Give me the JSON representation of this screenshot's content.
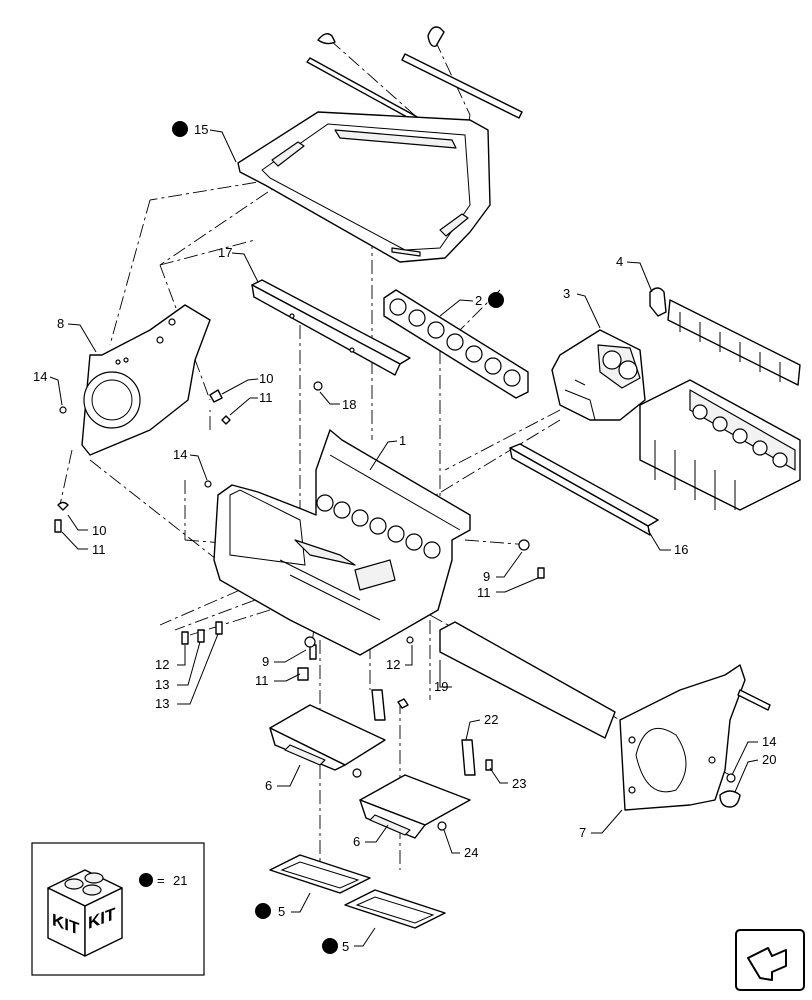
{
  "callouts": {
    "c1": "1",
    "c2": "2",
    "c3": "3",
    "c4": "4",
    "c5a": "5",
    "c5b": "5",
    "c6a": "6",
    "c6b": "6",
    "c7": "7",
    "c8": "8",
    "c9a": "9",
    "c9b": "9",
    "c10a": "10",
    "c10b": "10",
    "c11a": "11",
    "c11b": "11",
    "c11c": "11",
    "c11d": "11",
    "c12a": "12",
    "c12b": "12",
    "c13a": "13",
    "c13b": "13",
    "c14a": "14",
    "c14b": "14",
    "c14c": "14",
    "c15": "15",
    "c16": "16",
    "c17": "17",
    "c18": "18",
    "c19": "19",
    "c20": "20",
    "c22": "22",
    "c23": "23",
    "c24": "24"
  },
  "legend": {
    "kit_word_left": "KIT",
    "kit_word_right": "KIT",
    "equals": "=",
    "kit_number": "21"
  },
  "nav": {
    "icon": "navigation-arrow-icon"
  }
}
